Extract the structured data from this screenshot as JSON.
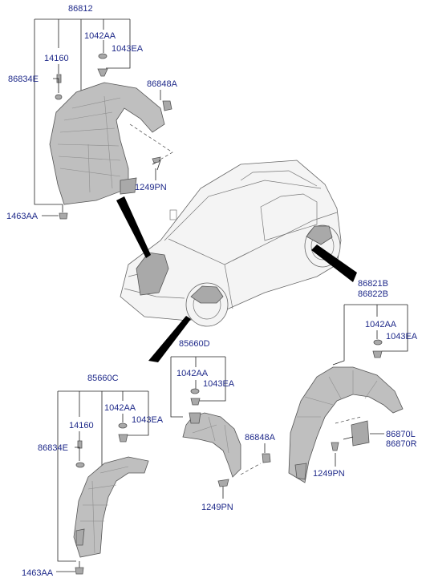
{
  "labels": {
    "l86812": "86812",
    "l1042AA_a": "1042AA",
    "l1043EA_a": "1043EA",
    "l14160_a": "14160",
    "l86834E_a": "86834E",
    "l86848A_a": "86848A",
    "l1249PN_a": "1249PN",
    "l1463AA_a": "1463AA",
    "l86821B": "86821B",
    "l86822B": "86822B",
    "l1042AA_b": "1042AA",
    "l1043EA_b": "1043EA",
    "l85660D": "85660D",
    "l1042AA_c": "1042AA",
    "l1043EA_c": "1043EA",
    "l86848A_c": "86848A",
    "l1249PN_c": "1249PN",
    "l85660C": "85660C",
    "l1042AA_d": "1042AA",
    "l1043EA_d": "1043EA",
    "l14160_d": "14160",
    "l86834E_d": "86834E",
    "l1463AA_d": "1463AA",
    "l86870L": "86870L",
    "l86870R": "86870R",
    "l1249PN_b": "1249PN"
  },
  "colors": {
    "label_text": "#1f2a8a",
    "part_fill": "#bfbfbf",
    "leader_line": "#222222"
  }
}
